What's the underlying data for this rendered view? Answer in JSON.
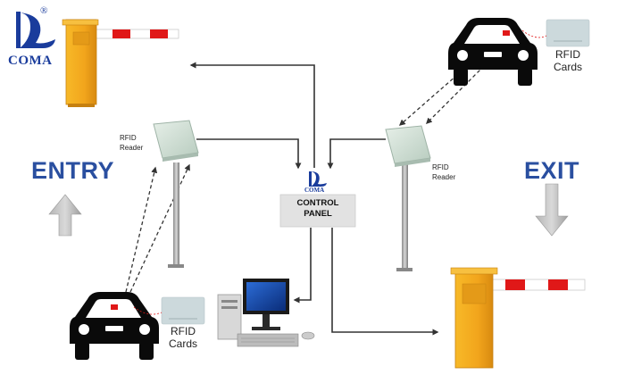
{
  "brand": {
    "name": "COMA",
    "registered_mark": "®"
  },
  "labels": {
    "entry": "ENTRY",
    "exit": "EXIT",
    "reader_entry": [
      "RFID",
      "Reader"
    ],
    "reader_exit": [
      "RFID",
      "Reader"
    ],
    "cards_entry": [
      "RFID",
      "Cards"
    ],
    "cards_exit": [
      "RFID",
      "Cards"
    ]
  },
  "control_panel": {
    "brand": "COMA",
    "lines": [
      "CONTROL",
      "PANEL"
    ]
  },
  "colors": {
    "brand_blue": "#1a3c9c",
    "label_blue": "#2a4fa0",
    "gate_orange": "#f2a51c",
    "boom_red": "#e01818",
    "reader_panel": "#d6e4db",
    "arrow_gray": "#9a9a9a",
    "connector": "#333333"
  }
}
